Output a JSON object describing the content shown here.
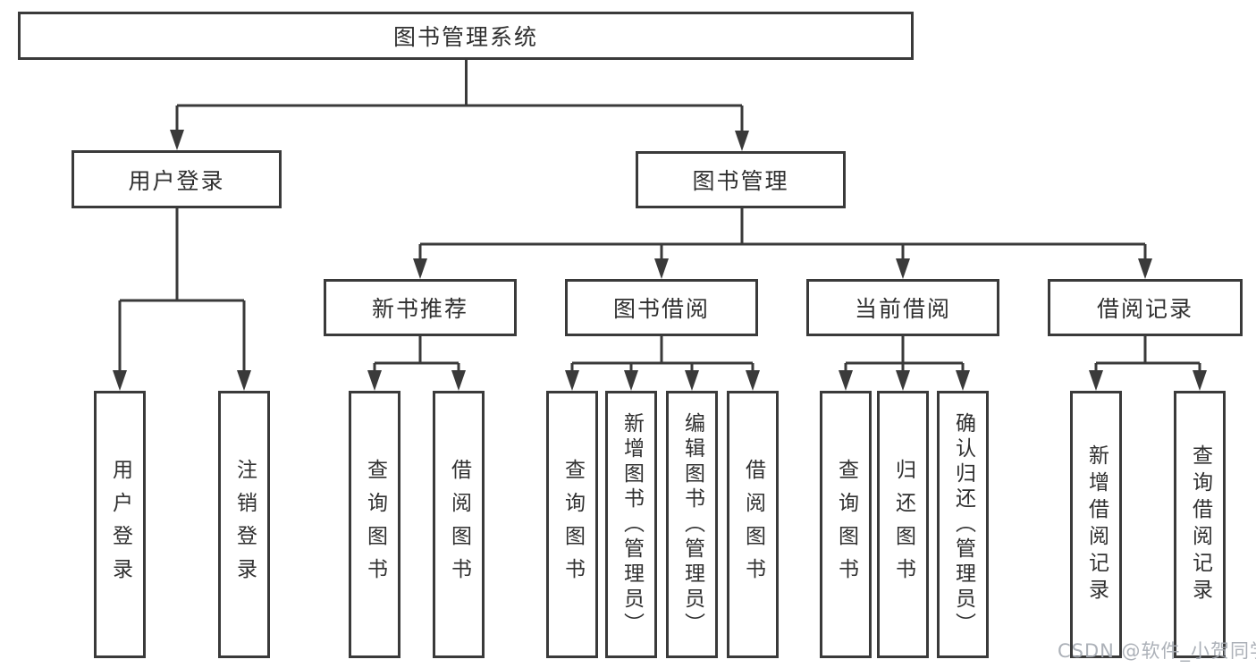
{
  "diagram_title": "图书管理系统",
  "colors": {
    "line": "#3a3a3a",
    "text": "#303030",
    "background": "#ffffff",
    "watermark_text_color": "#a6abb3"
  },
  "tree": {
    "label": "图书管理系统",
    "children": [
      {
        "label": "用户登录",
        "children": [
          {
            "label": "用户登录"
          },
          {
            "label": "注销登录"
          }
        ]
      },
      {
        "label": "图书管理",
        "children": [
          {
            "label": "新书推荐",
            "children": [
              {
                "label": "查询图书"
              },
              {
                "label": "借阅图书"
              }
            ]
          },
          {
            "label": "图书借阅",
            "children": [
              {
                "label": "查询图书"
              },
              {
                "label": "新增图书（管理员）"
              },
              {
                "label": "编辑图书（管理员）"
              },
              {
                "label": "借阅图书"
              }
            ]
          },
          {
            "label": "当前借阅",
            "children": [
              {
                "label": "查询图书"
              },
              {
                "label": "归还图书"
              },
              {
                "label": "确认归还（管理员）"
              }
            ]
          },
          {
            "label": "借阅记录",
            "children": [
              {
                "label": "新增借阅记录"
              },
              {
                "label": "查询借阅记录"
              }
            ]
          }
        ]
      }
    ]
  },
  "watermark": {
    "text": "CSDN @软件_小贺同学"
  }
}
